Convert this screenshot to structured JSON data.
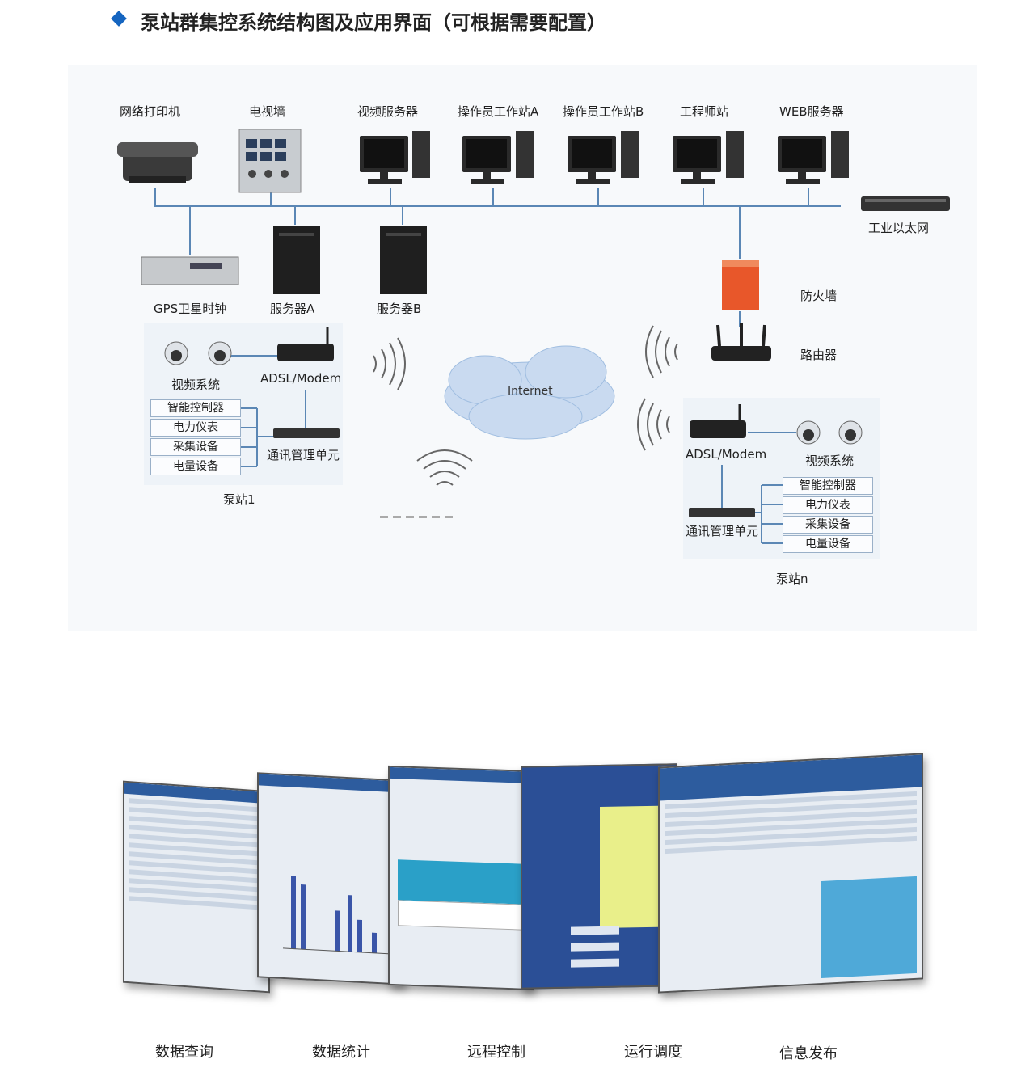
{
  "title": "泵站群集控系统结构图及应用界面（可根据需要配置）",
  "top_devices": [
    {
      "label": "网络打印机",
      "icon": "printer-icon"
    },
    {
      "label": "电视墙",
      "icon": "tv-wall-icon"
    },
    {
      "label": "视频服务器",
      "icon": "computer-icon"
    },
    {
      "label": "操作员工作站A",
      "icon": "computer-icon"
    },
    {
      "label": "操作员工作站B",
      "icon": "computer-icon"
    },
    {
      "label": "工程师站",
      "icon": "computer-icon"
    },
    {
      "label": "WEB服务器",
      "icon": "computer-icon"
    }
  ],
  "network": {
    "ethernet": "工业以太网",
    "gps": "GPS卫星时钟",
    "server_a": "服务器A",
    "server_b": "服务器B",
    "firewall": "防火墙",
    "router": "路由器",
    "internet": "Internet"
  },
  "station1": {
    "video": "视频系统",
    "modem": "ADSL/Modem",
    "devices": [
      "智能控制器",
      "电力仪表",
      "采集设备",
      "电量设备"
    ],
    "comm_unit": "通讯管理单元",
    "name": "泵站1"
  },
  "stationn": {
    "video": "视频系统",
    "modem": "ADSL/Modem",
    "devices": [
      "智能控制器",
      "电力仪表",
      "采集设备",
      "电量设备"
    ],
    "comm_unit": "通讯管理单元",
    "name": "泵站n"
  },
  "app_screens": [
    "数据查询",
    "数据统计",
    "远程控制",
    "运行调度",
    "信息发布"
  ],
  "colors": {
    "accent": "#1565c0",
    "line": "#5b87b5",
    "firewall": "#e8572a"
  }
}
